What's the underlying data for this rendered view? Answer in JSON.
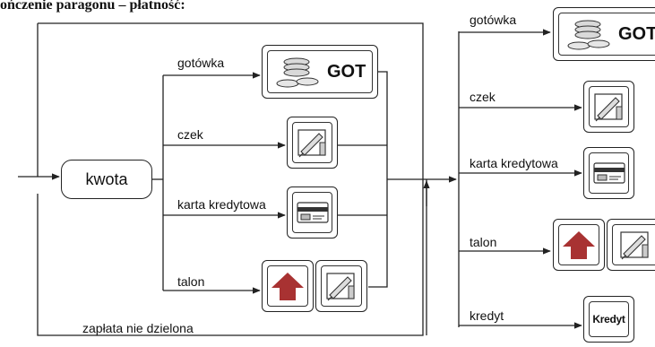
{
  "title": "ończenie paragonu – płatność:",
  "start_label": "kwota",
  "left_panel": {
    "footer_label": "zapłata nie dzielona",
    "branches": [
      {
        "label": "gotówka"
      },
      {
        "label": "czek"
      },
      {
        "label": "karta kredytowa"
      },
      {
        "label": "talon"
      }
    ]
  },
  "right_panel": {
    "branches": [
      {
        "label": "gotówka"
      },
      {
        "label": "czek"
      },
      {
        "label": "karta kredytowa"
      },
      {
        "label": "talon"
      },
      {
        "label": "kredyt"
      }
    ]
  },
  "keys": {
    "got_label": "GOT",
    "kredyt_label": "Kredyt"
  },
  "colors": {
    "line": "#222222",
    "talon_arrow": "#a83232",
    "coin": "#d9d9d9"
  },
  "icons": [
    "coins-icon",
    "cheque-pen-icon",
    "credit-card-icon",
    "up-arrow-icon"
  ]
}
